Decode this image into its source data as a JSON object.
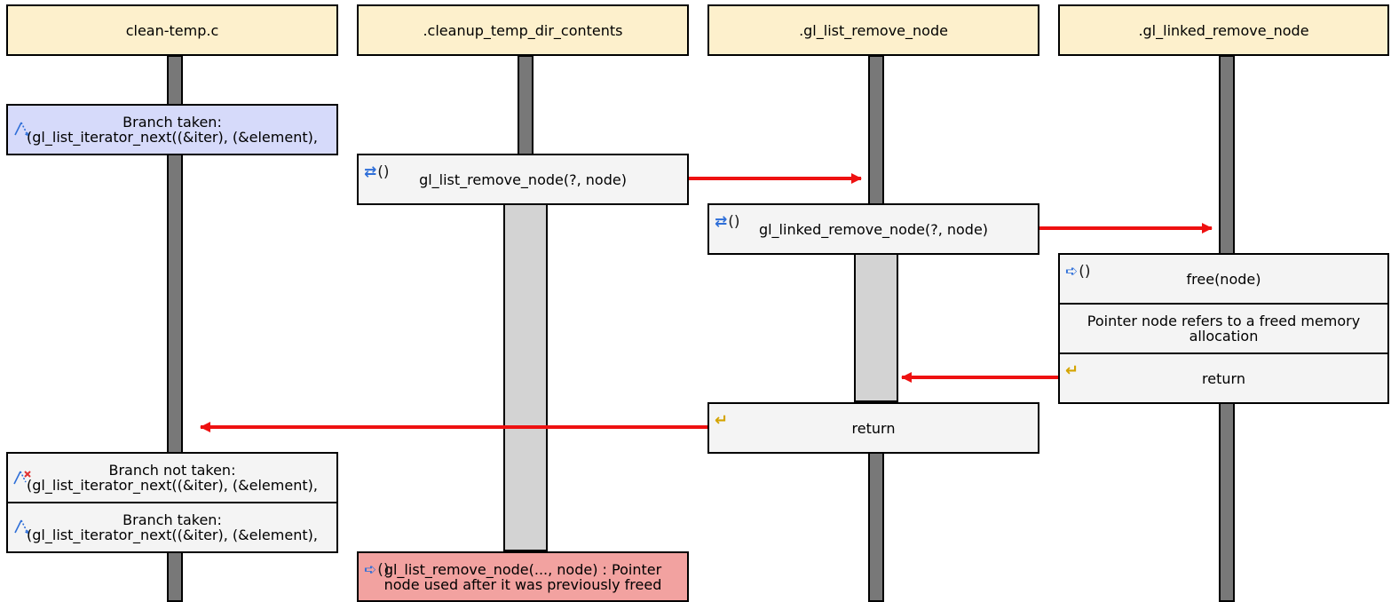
{
  "lifelines": [
    {
      "label": "clean-temp.c"
    },
    {
      "label": ".cleanup_temp_dir_contents"
    },
    {
      "label": ".gl_list_remove_node"
    },
    {
      "label": ".gl_linked_remove_node"
    }
  ],
  "events": {
    "branch_taken_1": {
      "line1": "Branch taken:",
      "line2": "(gl_list_iterator_next((&iter), (&element),"
    },
    "call_gl_list_remove_node": {
      "label": "gl_list_remove_node(?, node)"
    },
    "call_gl_linked_remove_node": {
      "label": "gl_linked_remove_node(?, node)"
    },
    "call_free": {
      "label": "free(node)"
    },
    "note_freed": {
      "label": "Pointer node refers to a freed memory allocation"
    },
    "return_linked": {
      "label": "return"
    },
    "return_list": {
      "label": "return"
    },
    "branch_not_taken": {
      "line1": "Branch not taken:",
      "line2": "(gl_list_iterator_next((&iter), (&element),"
    },
    "branch_taken_2": {
      "line1": "Branch taken:",
      "line2": "(gl_list_iterator_next((&iter), (&element),"
    },
    "error_use_after_free": {
      "line1": "gl_list_remove_node(..., node) : Pointer",
      "line2": "node used after it was previously freed"
    }
  },
  "icons": {
    "call": "call-icon",
    "return": "return-icon",
    "branch_taken": "branch-taken-icon",
    "branch_not_taken": "branch-not-taken-icon"
  },
  "colors": {
    "header_bg": "#fdf0cc",
    "branch_bg": "#d6dafa",
    "call_bg": "#f4f4f4",
    "error_bg": "#f2a2a0",
    "arrow": "#ee1111",
    "lifeline": "#787878",
    "activation": "#d3d3d3"
  }
}
